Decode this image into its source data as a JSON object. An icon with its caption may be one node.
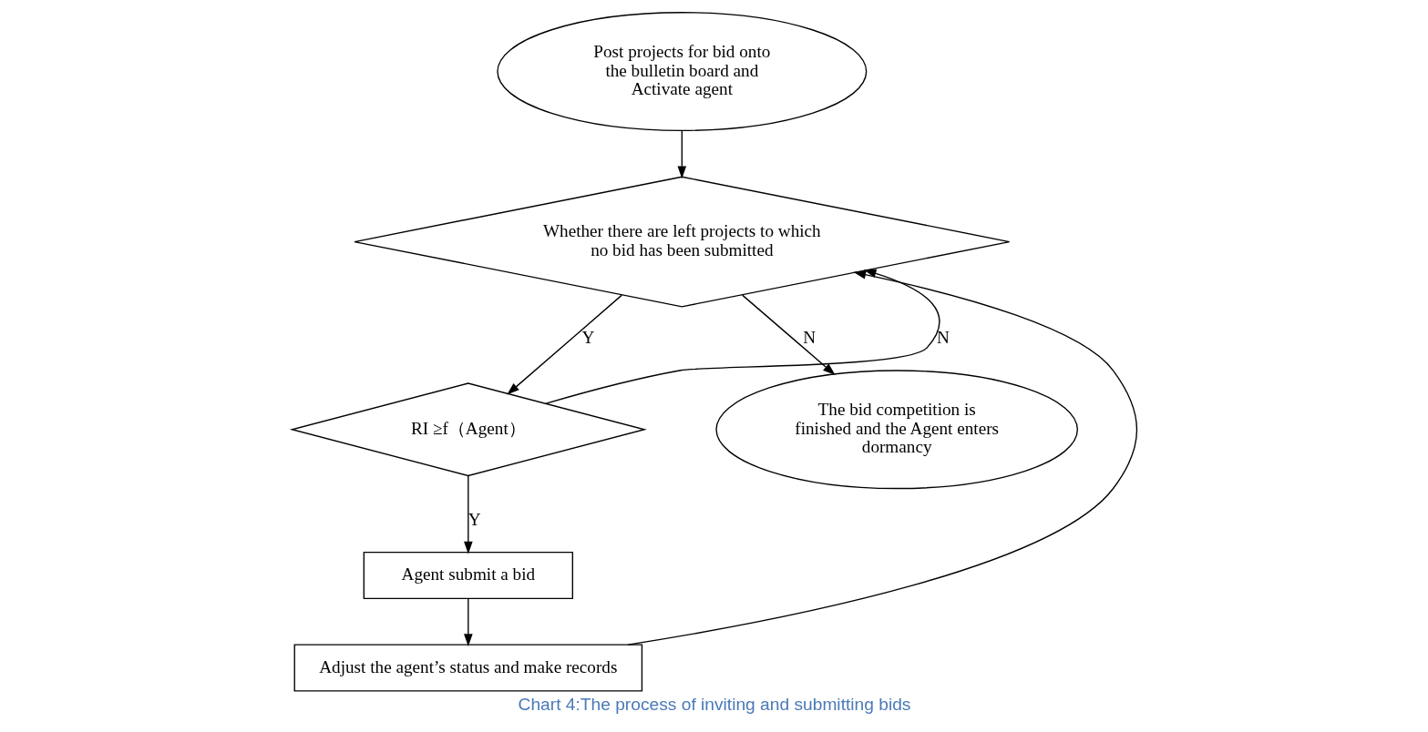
{
  "diagram": {
    "caption": "Chart 4:The process of inviting and submitting bids",
    "nodes": [
      {
        "text": [
          "Post projects for bid onto the bulletin board and Activate agent"
        ]
      },
      {
        "text": [
          "Whether there are left projects to which no bid has been submitted"
        ]
      },
      {
        "text": [
          "RI ≥f（Agent）"
        ]
      },
      {
        "text": [
          "Agent submit a bid"
        ]
      },
      {
        "text": [
          "Adjust the agent’s status and make records"
        ]
      },
      {
        "text": [
          "The bid competition is finished and the Agent enters dormancy"
        ]
      }
    ],
    "edges": [
      {
        "from": 0,
        "to": 1,
        "arrow": "to"
      },
      {
        "from": 1,
        "to": 2,
        "arrow": "to",
        "label": "Y"
      },
      {
        "from": 1,
        "to": 5,
        "arrow": "to",
        "label": "N"
      },
      {
        "from": 2,
        "to": 3,
        "arrow": "to",
        "label": "Y"
      },
      {
        "from": 2,
        "to": 1,
        "arrow": "to",
        "label": "N"
      },
      {
        "from": 3,
        "to": 4,
        "arrow": "to"
      },
      {
        "from": 4,
        "to": 1,
        "arrow": "to"
      }
    ]
  }
}
